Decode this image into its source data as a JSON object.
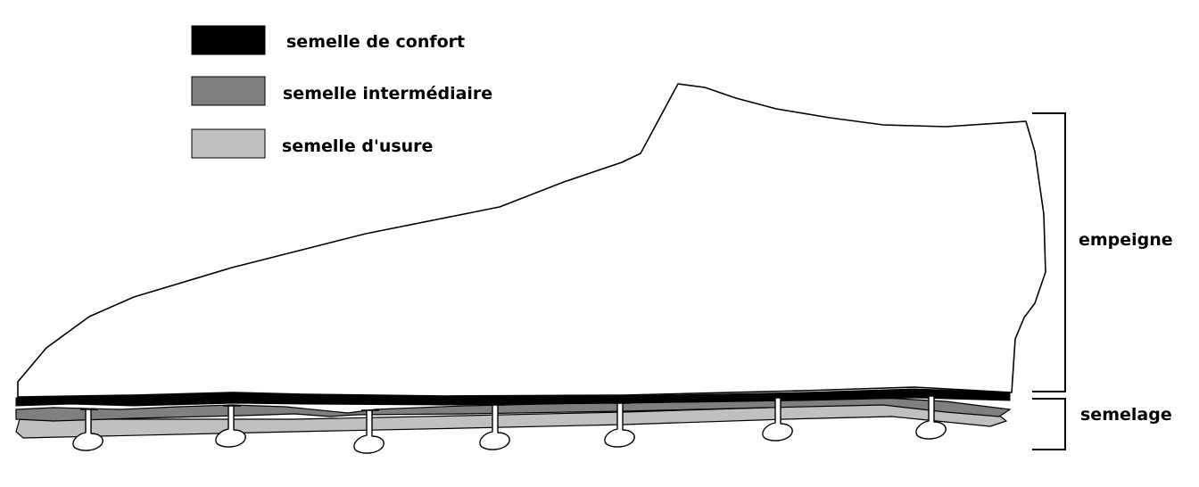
{
  "legend": {
    "items": [
      {
        "label": "semelle de confort",
        "color": "#000000"
      },
      {
        "label": "semelle intermédiaire",
        "color": "#7f7f7f"
      },
      {
        "label": "semelle d'usure",
        "color": "#c0c0c0"
      }
    ]
  },
  "annotations": {
    "upper": "empeigne",
    "sole": "semelage"
  },
  "colors": {
    "outline": "#000000",
    "upper_fill": "#ffffff",
    "comfort_sole": "#000000",
    "mid_sole": "#7f7f7f",
    "wear_sole": "#c0c0c0"
  }
}
